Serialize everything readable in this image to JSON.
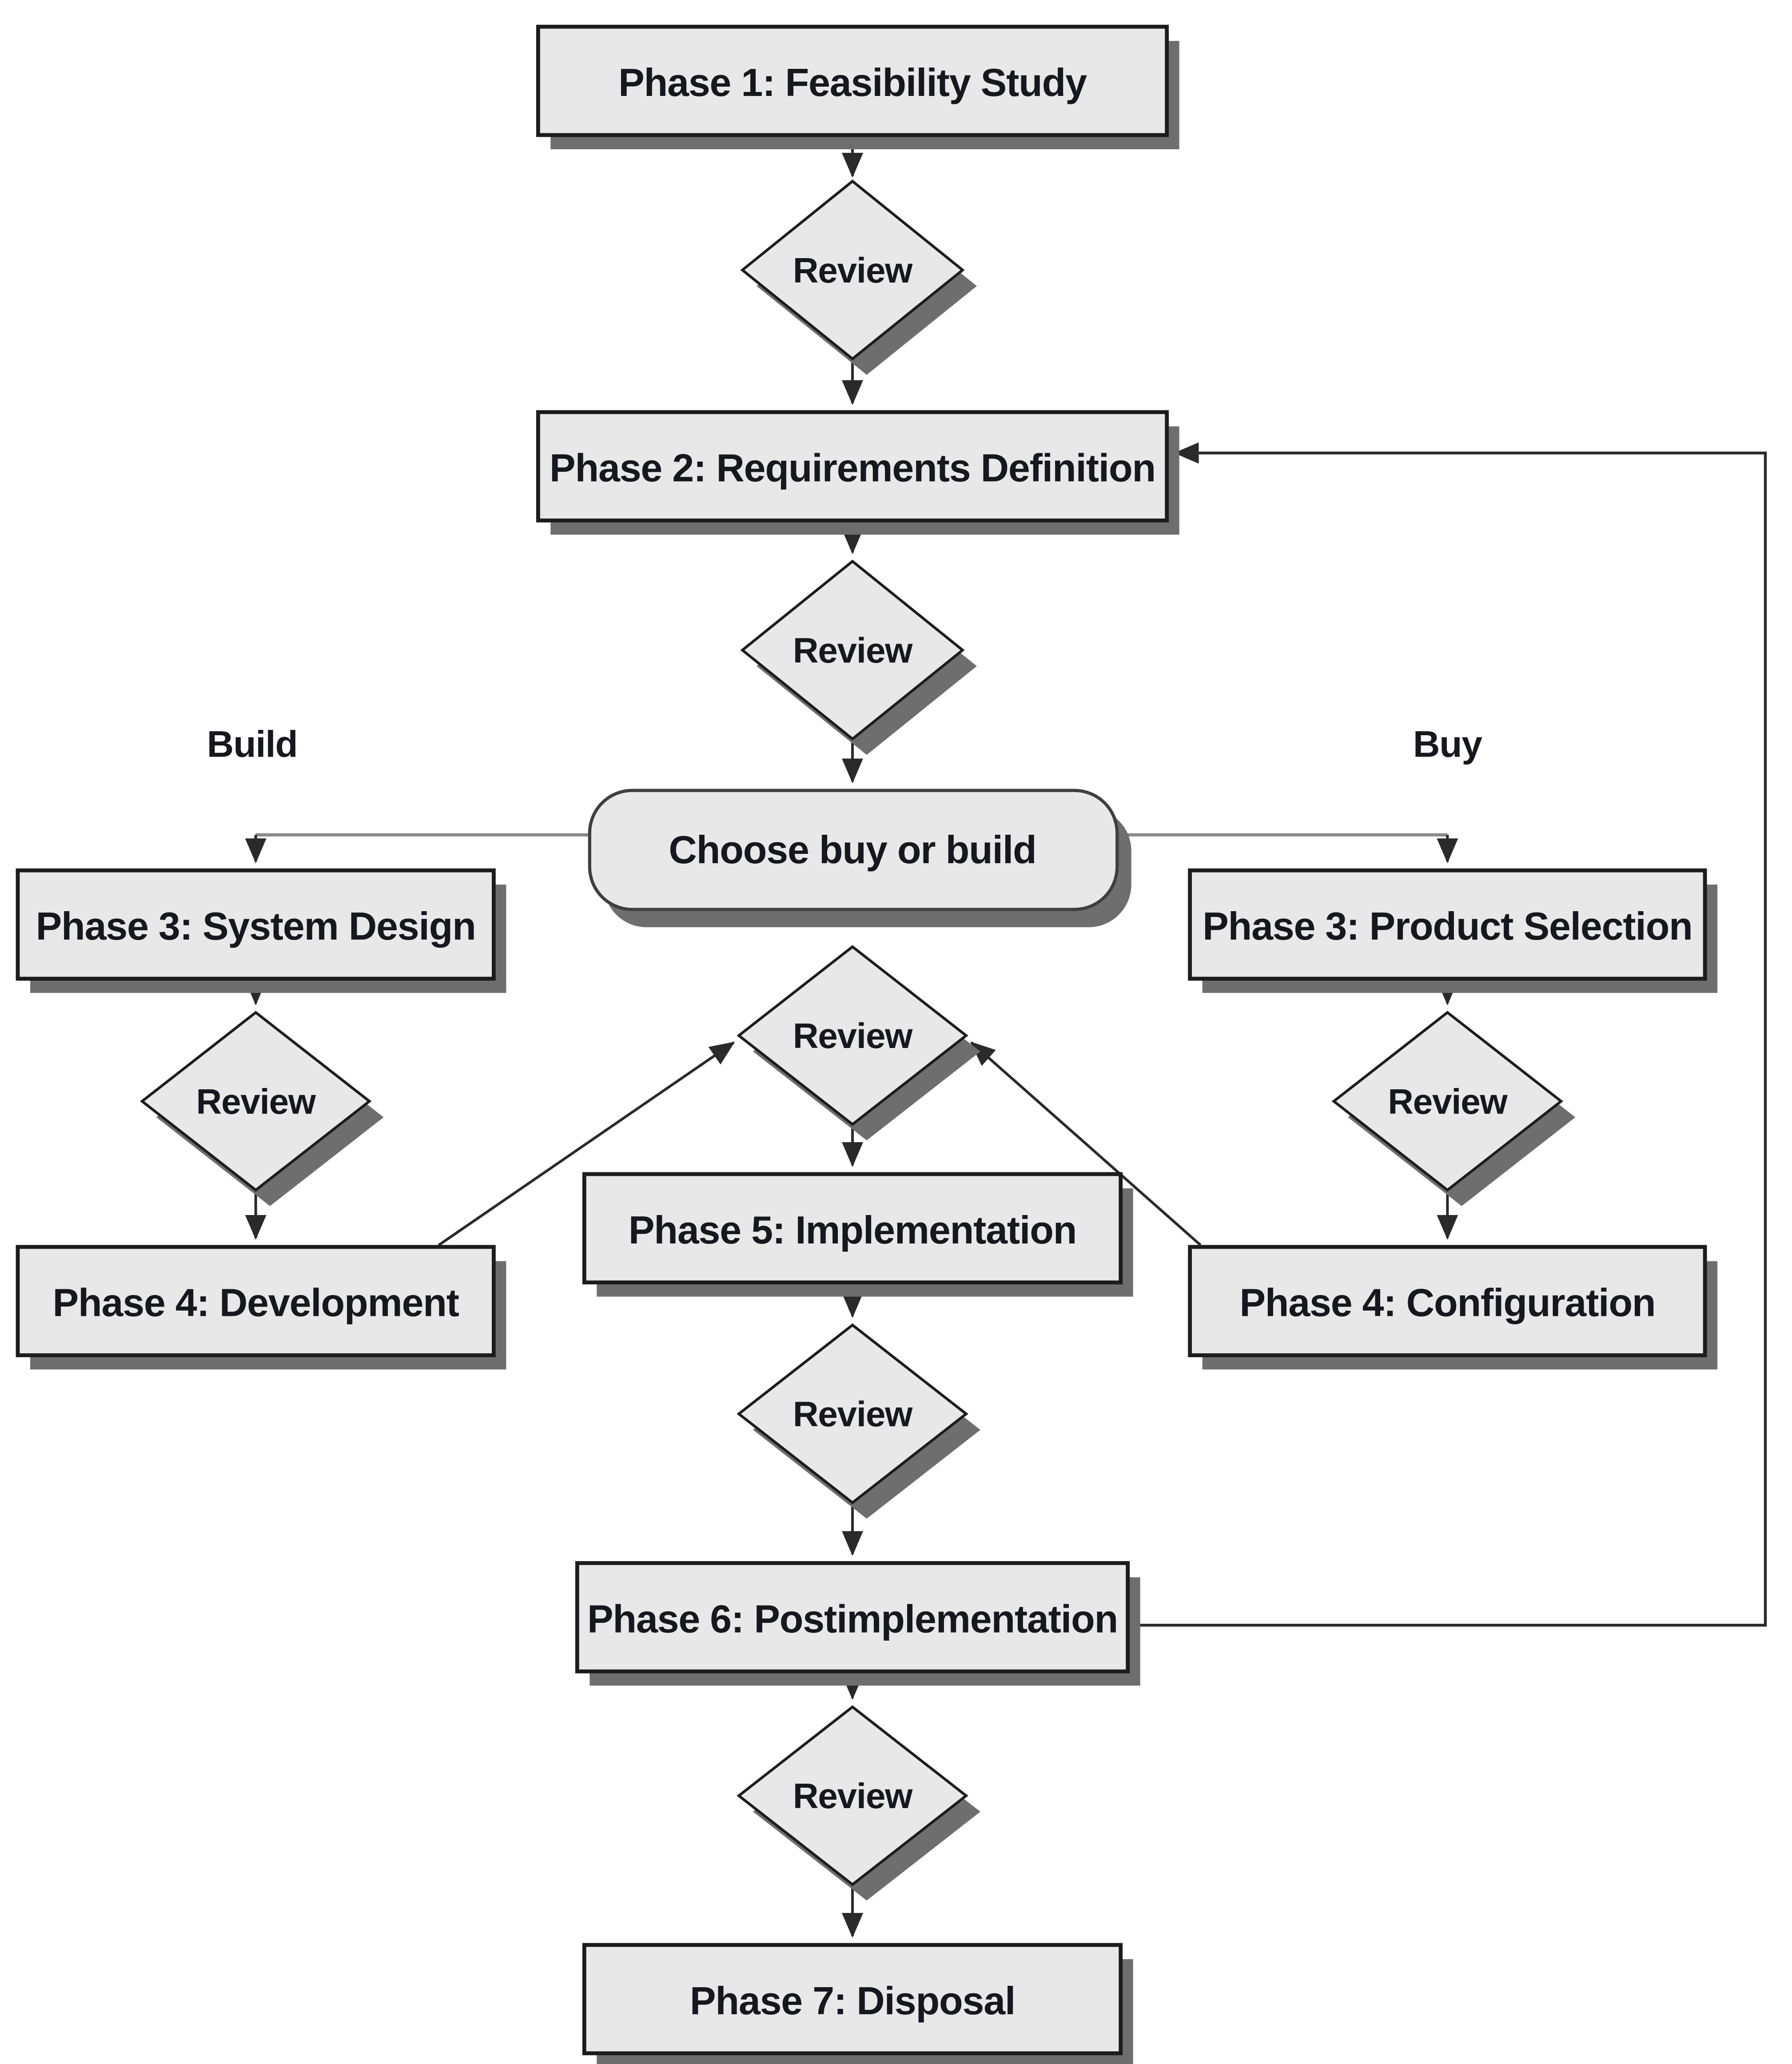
{
  "diagram": {
    "labels": {
      "build": "Build",
      "buy": "Buy"
    },
    "nodes": {
      "phase1": {
        "type": "process",
        "label": "Phase 1: Feasibility Study"
      },
      "review1": {
        "type": "decision",
        "label": "Review"
      },
      "phase2": {
        "type": "process",
        "label": "Phase 2: Requirements Definition"
      },
      "review2": {
        "type": "decision",
        "label": "Review"
      },
      "choose": {
        "type": "terminal",
        "label": "Choose buy or build"
      },
      "phase3_build": {
        "type": "process",
        "label": "Phase 3: System Design"
      },
      "phase3_buy": {
        "type": "process",
        "label": "Phase 3: Product Selection"
      },
      "review_build": {
        "type": "decision",
        "label": "Review"
      },
      "review_buy": {
        "type": "decision",
        "label": "Review"
      },
      "phase4_build": {
        "type": "process",
        "label": "Phase 4: Development"
      },
      "phase4_buy": {
        "type": "process",
        "label": "Phase 4: Configuration"
      },
      "review_center": {
        "type": "decision",
        "label": "Review"
      },
      "phase5": {
        "type": "process",
        "label": "Phase 5: Implementation"
      },
      "review5": {
        "type": "decision",
        "label": "Review"
      },
      "phase6": {
        "type": "process",
        "label": "Phase 6: Postimplementation"
      },
      "review6": {
        "type": "decision",
        "label": "Review"
      },
      "phase7": {
        "type": "process",
        "label": "Phase 7: Disposal"
      }
    },
    "edges": [
      {
        "from": "phase1",
        "to": "review1"
      },
      {
        "from": "review1",
        "to": "phase2"
      },
      {
        "from": "phase2",
        "to": "review2"
      },
      {
        "from": "review2",
        "to": "choose"
      },
      {
        "from": "choose",
        "to": "phase3_build",
        "branch": "Build"
      },
      {
        "from": "choose",
        "to": "phase3_buy",
        "branch": "Buy"
      },
      {
        "from": "phase3_build",
        "to": "review_build"
      },
      {
        "from": "review_build",
        "to": "phase4_build"
      },
      {
        "from": "phase3_buy",
        "to": "review_buy"
      },
      {
        "from": "review_buy",
        "to": "phase4_buy"
      },
      {
        "from": "phase4_build",
        "to": "review_center"
      },
      {
        "from": "phase4_buy",
        "to": "review_center"
      },
      {
        "from": "review_center",
        "to": "phase5"
      },
      {
        "from": "phase5",
        "to": "review5"
      },
      {
        "from": "review5",
        "to": "phase6"
      },
      {
        "from": "phase6",
        "to": "review6"
      },
      {
        "from": "review6",
        "to": "phase7"
      },
      {
        "from": "phase6",
        "to": "phase2",
        "branch": "feedback-loop"
      }
    ],
    "colors": {
      "background": "#ffffff",
      "node_fill": "#e8e8e8",
      "node_border": "#1c1c1c",
      "shadow": "#6e6e6e",
      "text": "#17171f",
      "line": "#2a2a2a",
      "branch_line": "#8a8a8a"
    }
  }
}
